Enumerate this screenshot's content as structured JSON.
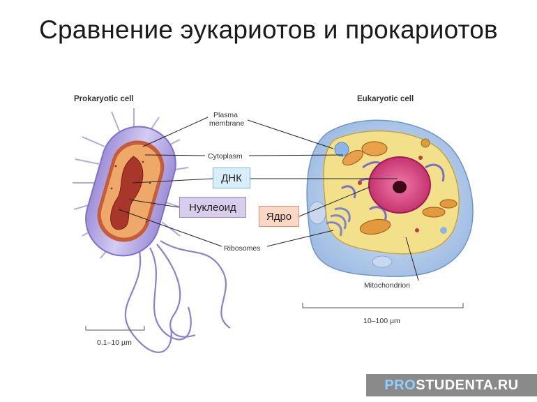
{
  "title": "Сравнение эукариотов и прокариотов",
  "headers": {
    "prokaryote": "Prokaryotic cell",
    "eukaryote": "Eukaryotic cell"
  },
  "labels": {
    "plasma_membrane_1": "Plasma",
    "plasma_membrane_2": "membrane",
    "cytoplasm": "Cytoplasm",
    "ribosomes": "Ribosomes",
    "mitochondrion": "Mitochondrion"
  },
  "scales": {
    "prokaryote": "0.1–10 µm",
    "eukaryote": "10–100 µm"
  },
  "tags": {
    "dna": "ДНК",
    "nucleoid": "Нуклеоид",
    "nucleus": "Ядро"
  },
  "brand": {
    "prefix": "PRO",
    "suffix": "STUDENTA.RU"
  },
  "colors": {
    "prokaryote_membrane": "#b7a9e6",
    "prokaryote_cytoplasm": "#e89a5a",
    "nucleoid": "#b5422c",
    "eukaryote_outer": "#bcd3ee",
    "eukaryote_cytoplasm": "#f4e38c",
    "nucleus": "#d63b7a",
    "brand_bar": "#8a8a8a"
  }
}
